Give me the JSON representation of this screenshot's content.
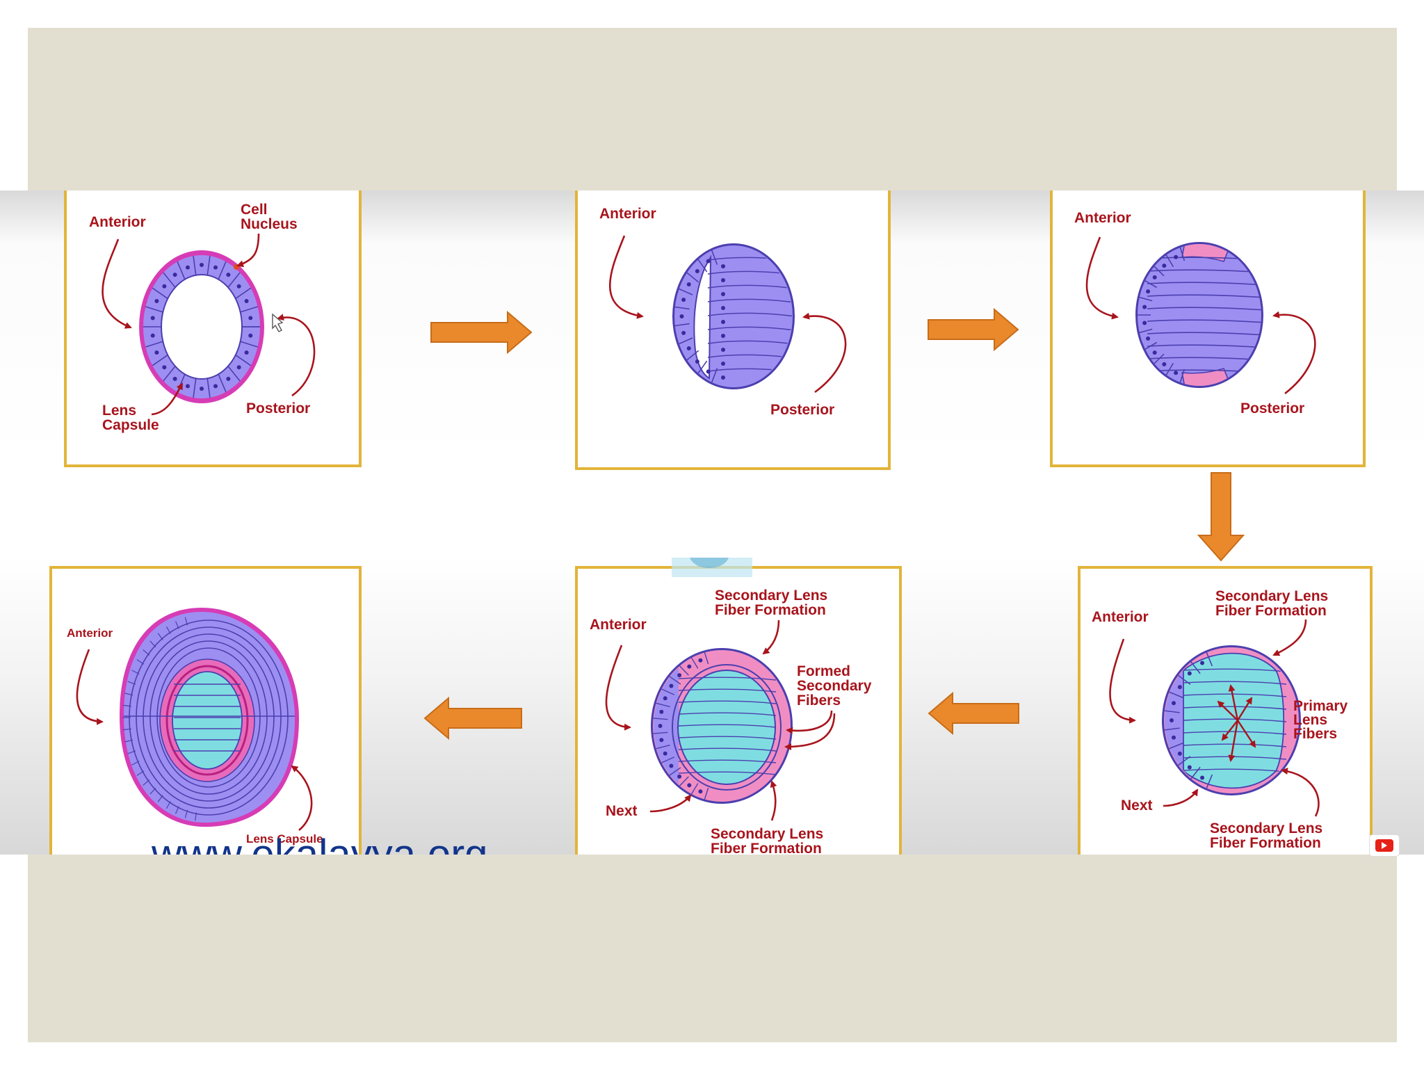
{
  "labels": {
    "anterior": "Anterior",
    "posterior": "Posterior",
    "cell_nucleus_line1": "Cell",
    "cell_nucleus_line2": "Nucleus",
    "lens_capsule_line1": "Lens",
    "lens_capsule_line2": "Capsule",
    "secondary_fiber_line1": "Secondary Lens",
    "secondary_fiber_line2": "Fiber Formation",
    "formed_secondary_line1": "Formed",
    "formed_secondary_line2": "Secondary",
    "formed_secondary_line3": "Fibers",
    "primary_fibers_line1": "Primary",
    "primary_fibers_line2": "Lens",
    "primary_fibers_line3": "Fibers",
    "next": "Next",
    "lens_capsule_inline": "Lens Capsule"
  },
  "watermark": "www.ekalavya.org",
  "colors": {
    "slide_background": "#e2dfd1",
    "panel_border": "#e2b43a",
    "flow_arrow": "#e9892c",
    "label_text": "#a8141c",
    "epithelium_violet": "#9d8ff2",
    "capsule_magenta": "#d63cb5",
    "fiber_pink": "#f08ec4",
    "core_cyan": "#7fdde2"
  },
  "icons": [
    "flow-arrow-icon",
    "pointer-arrow-icon",
    "youtube-icon"
  ]
}
